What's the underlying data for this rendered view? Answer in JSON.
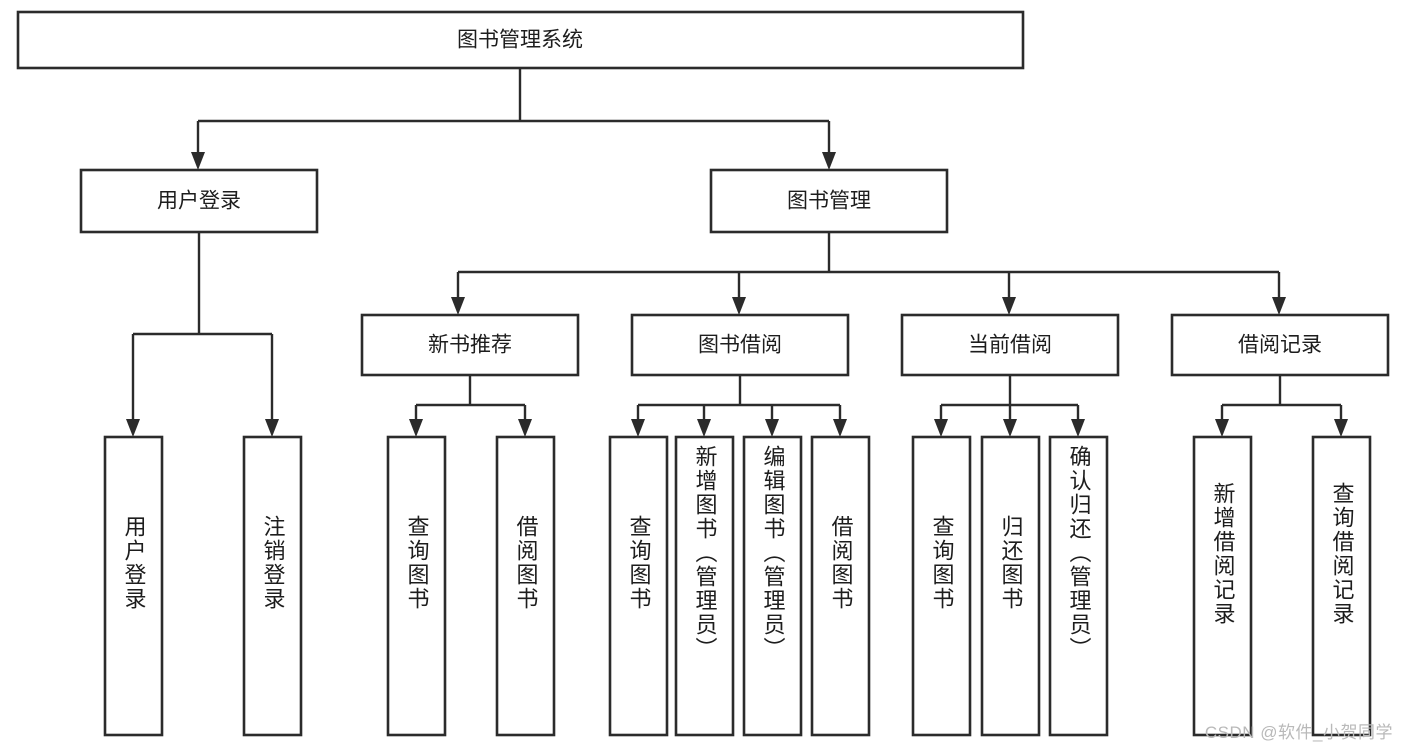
{
  "diagram": {
    "title": "图书管理系统",
    "type": "tree-hierarchy-flowchart",
    "root": {
      "id": "root",
      "label": "图书管理系统"
    },
    "level2": [
      {
        "id": "user-login",
        "label": "用户登录"
      },
      {
        "id": "book-management",
        "label": "图书管理"
      }
    ],
    "level3": [
      {
        "id": "new-book-recommend",
        "label": "新书推荐",
        "parent": "book-management"
      },
      {
        "id": "book-borrow",
        "label": "图书借阅",
        "parent": "book-management"
      },
      {
        "id": "current-borrow",
        "label": "当前借阅",
        "parent": "book-management"
      },
      {
        "id": "borrow-record",
        "label": "借阅记录",
        "parent": "book-management"
      }
    ],
    "leaves": {
      "user-login": [
        {
          "id": "leaf-user-login",
          "label": "用户登录"
        },
        {
          "id": "leaf-user-logout",
          "label": "注销登录"
        }
      ],
      "new-book-recommend": [
        {
          "id": "leaf-query-book-1",
          "label": "查询图书"
        },
        {
          "id": "leaf-borrow-book-1",
          "label": "借阅图书"
        }
      ],
      "book-borrow": [
        {
          "id": "leaf-query-book-2",
          "label": "查询图书"
        },
        {
          "id": "leaf-add-book",
          "label": "新增图书（管理员）"
        },
        {
          "id": "leaf-edit-book",
          "label": "编辑图书（管理员）"
        },
        {
          "id": "leaf-borrow-book-2",
          "label": "借阅图书"
        }
      ],
      "current-borrow": [
        {
          "id": "leaf-query-book-3",
          "label": "查询图书"
        },
        {
          "id": "leaf-return-book",
          "label": "归还图书"
        },
        {
          "id": "leaf-confirm-return",
          "label": "确认归还（管理员）"
        }
      ],
      "borrow-record": [
        {
          "id": "leaf-add-record",
          "label": "新增借阅记录"
        },
        {
          "id": "leaf-query-record",
          "label": "查询借阅记录"
        }
      ]
    },
    "colors": {
      "background": "#ffffff",
      "box_fill": "#ffffff",
      "box_stroke": "#2b2b2b",
      "text": "#1d1d1d",
      "connector": "#2b2b2b",
      "watermark": "#b9b9b9"
    }
  },
  "watermark": {
    "text": "CSDN @软件_小贺同学"
  }
}
